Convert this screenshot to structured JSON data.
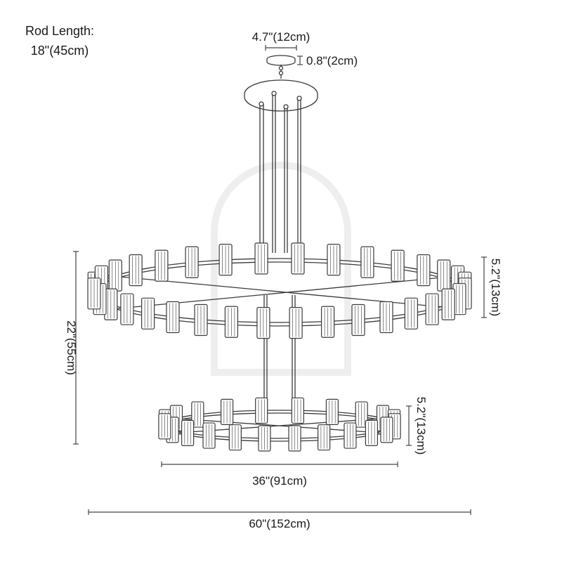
{
  "rod_length": {
    "label": "Rod Length:",
    "value": "18\"(45cm)"
  },
  "dimensions": {
    "canopy_width": "4.7\"(12cm)",
    "canopy_height": "0.8\"(2cm)",
    "upper_ring_height": "5.2\"(13cm)",
    "lower_ring_height": "5.2\"(13cm)",
    "total_height": "22\"(55cm)",
    "lower_diameter": "36\"(91cm)",
    "upper_diameter": "60\"(152cm)"
  },
  "upper_ring": {
    "front_shades": 18,
    "back_shades": 16
  },
  "lower_ring": {
    "front_shades": 12,
    "back_shades": 10
  },
  "colors": {
    "line": "#3a3a3a",
    "dimension": "#444444",
    "watermark": "#eeeeee"
  }
}
